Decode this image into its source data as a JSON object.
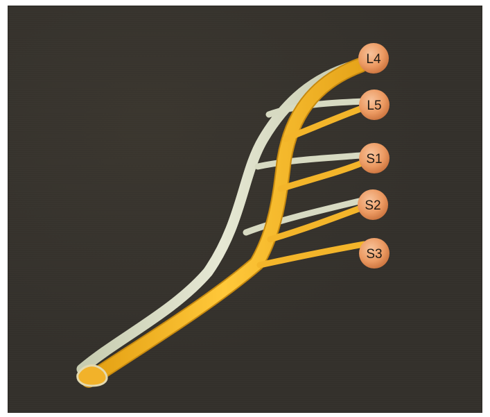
{
  "colors": {
    "background": "#33302b",
    "sciatic_yellow": "#f4b72a",
    "sciatic_grey": "#d9dcc3",
    "root_bulb": "#e9955e"
  },
  "roots": [
    {
      "id": "L4",
      "label": "L4"
    },
    {
      "id": "L5",
      "label": "L5"
    },
    {
      "id": "S1",
      "label": "S1"
    },
    {
      "id": "S2",
      "label": "S2"
    },
    {
      "id": "S3",
      "label": "S3"
    }
  ]
}
